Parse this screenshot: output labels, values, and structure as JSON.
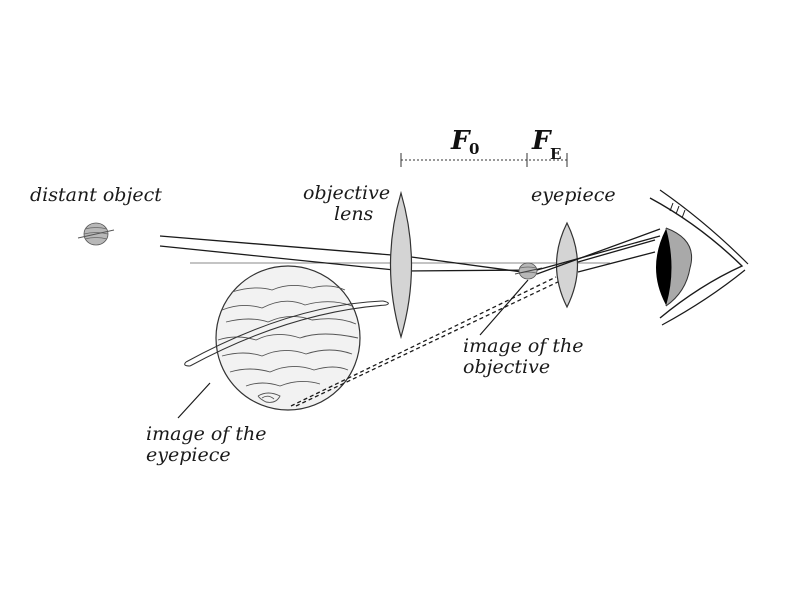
{
  "labels": {
    "distant_object": "distant object",
    "objective_line1": "objective",
    "objective_line2": "lens",
    "eyepiece": "eyepiece",
    "image_objective_line1": "image of the",
    "image_objective_line2": "objective",
    "image_eyepiece_line1": "image of the",
    "image_eyepiece_line2": "eyepiece"
  },
  "focal": {
    "objective_symbol": "F",
    "objective_subscript": "0",
    "eyepiece_symbol": "F",
    "eyepiece_subscript": "E"
  },
  "colors": {
    "line": "#1a1a1a",
    "lens_fill": "#d4d4d4",
    "planet_fill": "#f2f2f2",
    "small_planet_fill": "#b8b8b8",
    "iris": "#a9a9a9",
    "pupil": "#000000"
  }
}
